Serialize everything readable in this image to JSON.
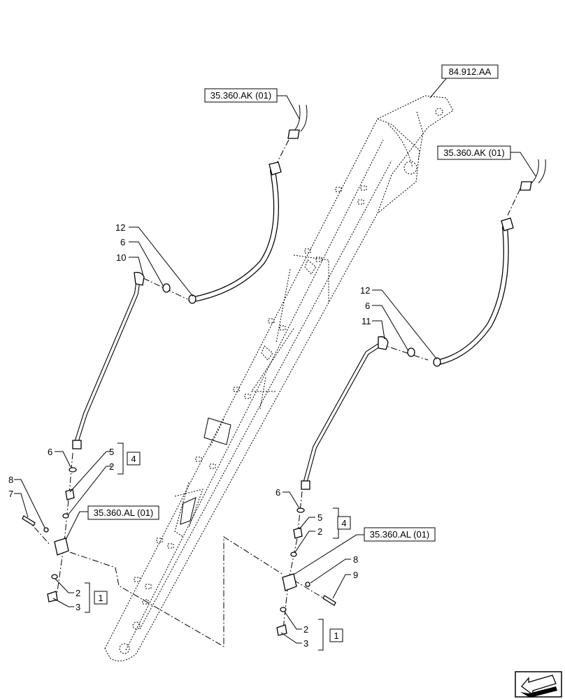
{
  "references": {
    "boom": "84.912.AA",
    "hose_left": "35.360.AK (01)",
    "hose_right": "35.360.AK (01)",
    "block_left": "35.360.AL (01)",
    "block_right": "35.360.AL (01)"
  },
  "group_boxes": {
    "left_upper": "4",
    "left_lower": "1",
    "right_upper": "4",
    "right_lower": "1"
  },
  "callouts_left": {
    "c12": "12",
    "c6a": "6",
    "c10": "10",
    "c6b": "6",
    "c5": "5",
    "c2a": "2",
    "c8": "8",
    "c7": "7",
    "c2b": "2",
    "c3": "3"
  },
  "callouts_right": {
    "c12": "12",
    "c6a": "6",
    "c11": "11",
    "c6b": "6",
    "c5": "5",
    "c2a": "2",
    "c8": "8",
    "c9": "9",
    "c2b": "2",
    "c3": "3"
  },
  "icons": {
    "nav": "next-page-arrow-icon"
  }
}
